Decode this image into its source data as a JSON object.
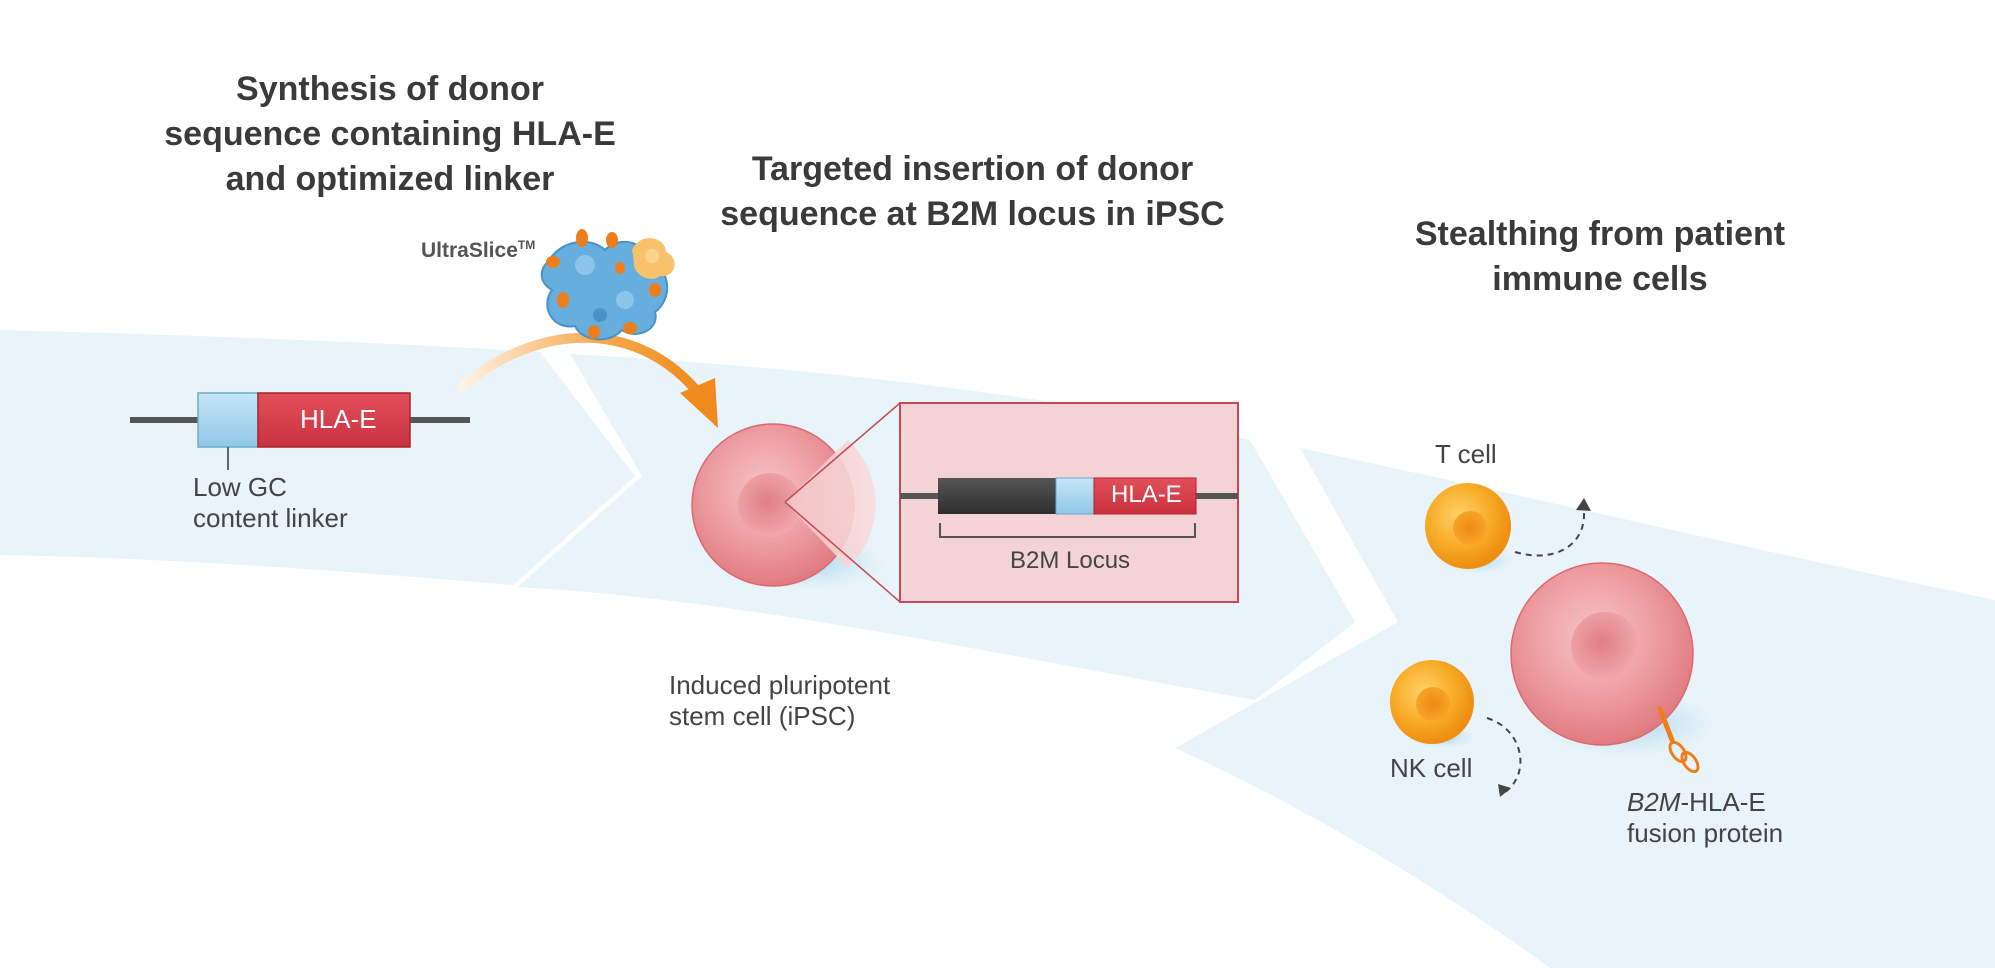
{
  "steps": {
    "step1_title": [
      "Synthesis of donor",
      "sequence containing HLA-E",
      "and optimized linker"
    ],
    "step2_title": [
      "Targeted insertion of donor",
      "sequence at B2M locus in iPSC"
    ],
    "step3_title": [
      "Stealthing from patient",
      "immune cells"
    ]
  },
  "enzyme": {
    "name": "UltraSlice",
    "trademark": "TM"
  },
  "donor_construct": {
    "gene_label": "HLA-E",
    "linker_label": [
      "Low GC",
      "content linker"
    ]
  },
  "ipsc": {
    "label": [
      "Induced pluripotent",
      "stem cell (iPSC)"
    ],
    "inset_gene_label": "HLA-E",
    "locus_label": "B2M Locus"
  },
  "immune": {
    "t_cell_label": "T cell",
    "nk_cell_label": "NK cell",
    "fusion_label_italic": "B2M",
    "fusion_label_rest": "-HLA-E",
    "fusion_label_line2": "fusion protein"
  },
  "colors": {
    "band": "#e8f4f9",
    "hla_red": "#d9404d",
    "linker_blue": "#a9d7ef",
    "arrow_orange": "#f08a1c",
    "cell_pink": "#ec8e93",
    "immune_orange": "#f7a51c"
  }
}
